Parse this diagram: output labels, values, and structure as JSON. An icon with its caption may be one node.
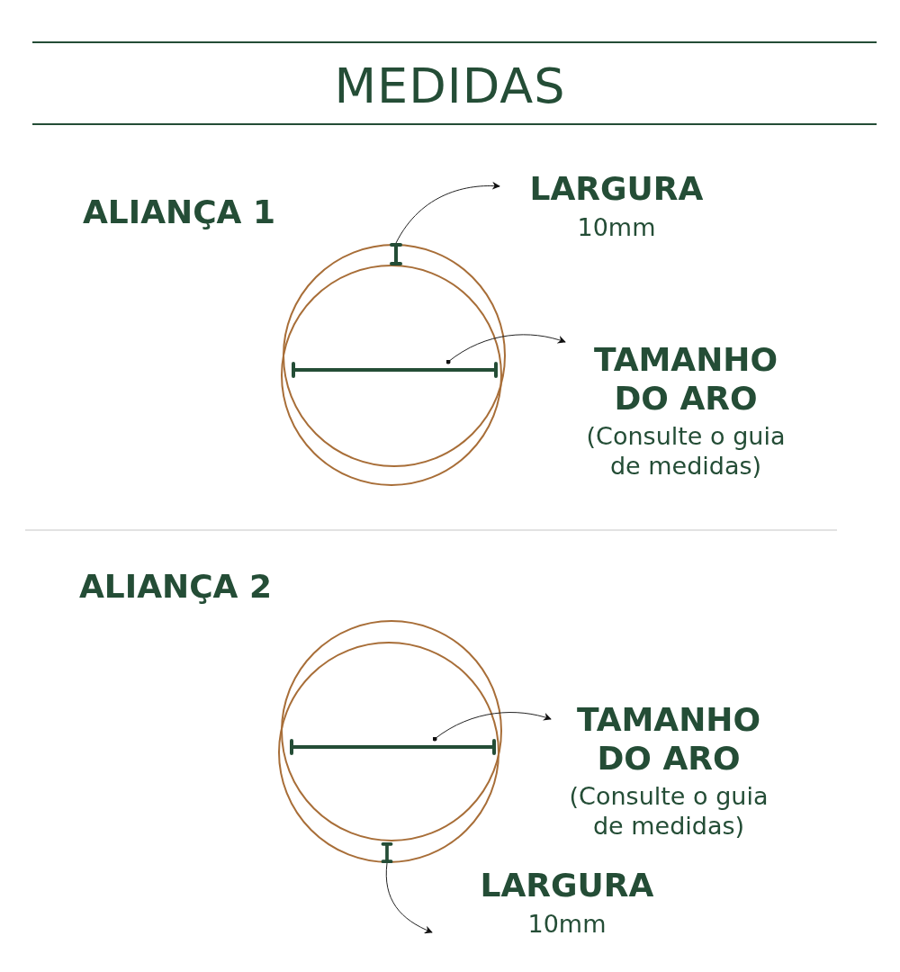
{
  "diagram": {
    "title": "MEDIDAS",
    "nodes": [
      {
        "text": [],
        "shape": "bar"
      },
      {
        "text": [
          "LARGURA",
          "10mm"
        ]
      },
      {
        "text": [],
        "shape": "bar"
      },
      {
        "text": [
          "TAMANHO DO ARO",
          "(Consulte o guia de medidas)"
        ]
      },
      {
        "text": [],
        "shape": "bar"
      },
      {
        "text": [
          "TAMANHO DO ARO",
          "(Consulte o guia de medidas)"
        ]
      },
      {
        "text": [],
        "shape": "bar"
      },
      {
        "text": [
          "LARGURA",
          "10mm"
        ]
      }
    ],
    "edges": [
      {
        "from": 0,
        "to": 1,
        "arrow": "to"
      },
      {
        "from": 2,
        "to": 3,
        "arrow": "to"
      },
      {
        "from": 4,
        "to": 5,
        "arrow": "to"
      },
      {
        "from": 6,
        "to": 7,
        "arrow": "to"
      }
    ],
    "labels": [
      "ALIANÇA 1",
      "ALIANÇA 2"
    ]
  }
}
